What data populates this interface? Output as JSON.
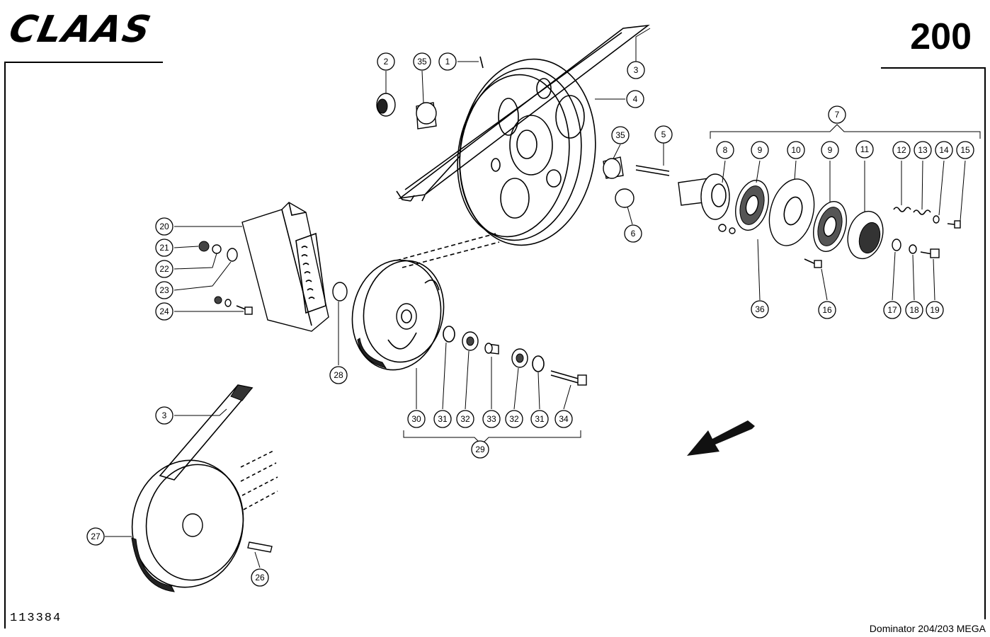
{
  "header": {
    "brand": "CLAAS",
    "page_number": "200"
  },
  "footer": {
    "drawing_number": "113384",
    "model": "Dominator 204/203 MEGA"
  },
  "callouts": {
    "c1": "1",
    "c2": "2",
    "c3a": "3",
    "c3b": "3",
    "c4": "4",
    "c5": "5",
    "c6": "6",
    "c7": "7",
    "c8": "8",
    "c9a": "9",
    "c9b": "9",
    "c10": "10",
    "c11": "11",
    "c12": "12",
    "c13": "13",
    "c14": "14",
    "c15": "15",
    "c16": "16",
    "c17": "17",
    "c18": "18",
    "c19": "19",
    "c20": "20",
    "c21": "21",
    "c22": "22",
    "c23": "23",
    "c24": "24",
    "c26": "26",
    "c27": "27",
    "c28": "28",
    "c29": "29",
    "c30": "30",
    "c31a": "31",
    "c31b": "31",
    "c32a": "32",
    "c32b": "32",
    "c33": "33",
    "c34": "34",
    "c35a": "35",
    "c35b": "35",
    "c36": "36"
  }
}
